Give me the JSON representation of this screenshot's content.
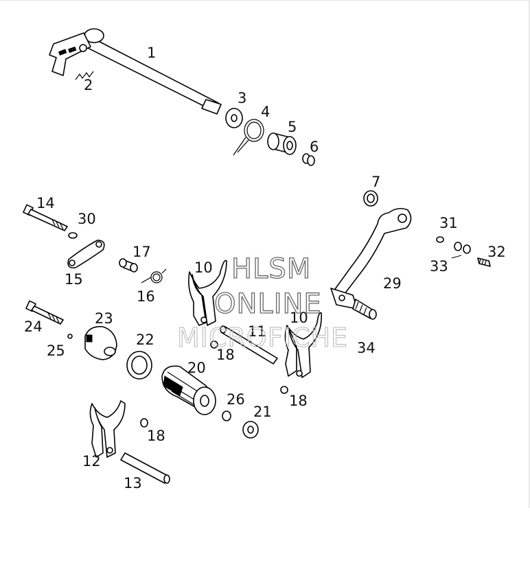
{
  "callouts": {
    "p1": "1",
    "p2": "2",
    "p3": "3",
    "p4": "4",
    "p5": "5",
    "p6": "6",
    "p7": "7",
    "p10a": "10",
    "p10b": "10",
    "p11": "11",
    "p12": "12",
    "p13": "13",
    "p14": "14",
    "p15": "15",
    "p16": "16",
    "p17": "17",
    "p18a": "18",
    "p18b": "18",
    "p18c": "18",
    "p20": "20",
    "p21": "21",
    "p22": "22",
    "p23": "23",
    "p24": "24",
    "p25": "25",
    "p26": "26",
    "p29": "29",
    "p30": "30",
    "p31": "31",
    "p32": "32",
    "p33": "33",
    "p34": "34"
  },
  "watermark": {
    "line1": "HLSM",
    "line2": "ONLINE",
    "line3": "MICROFICHE"
  }
}
